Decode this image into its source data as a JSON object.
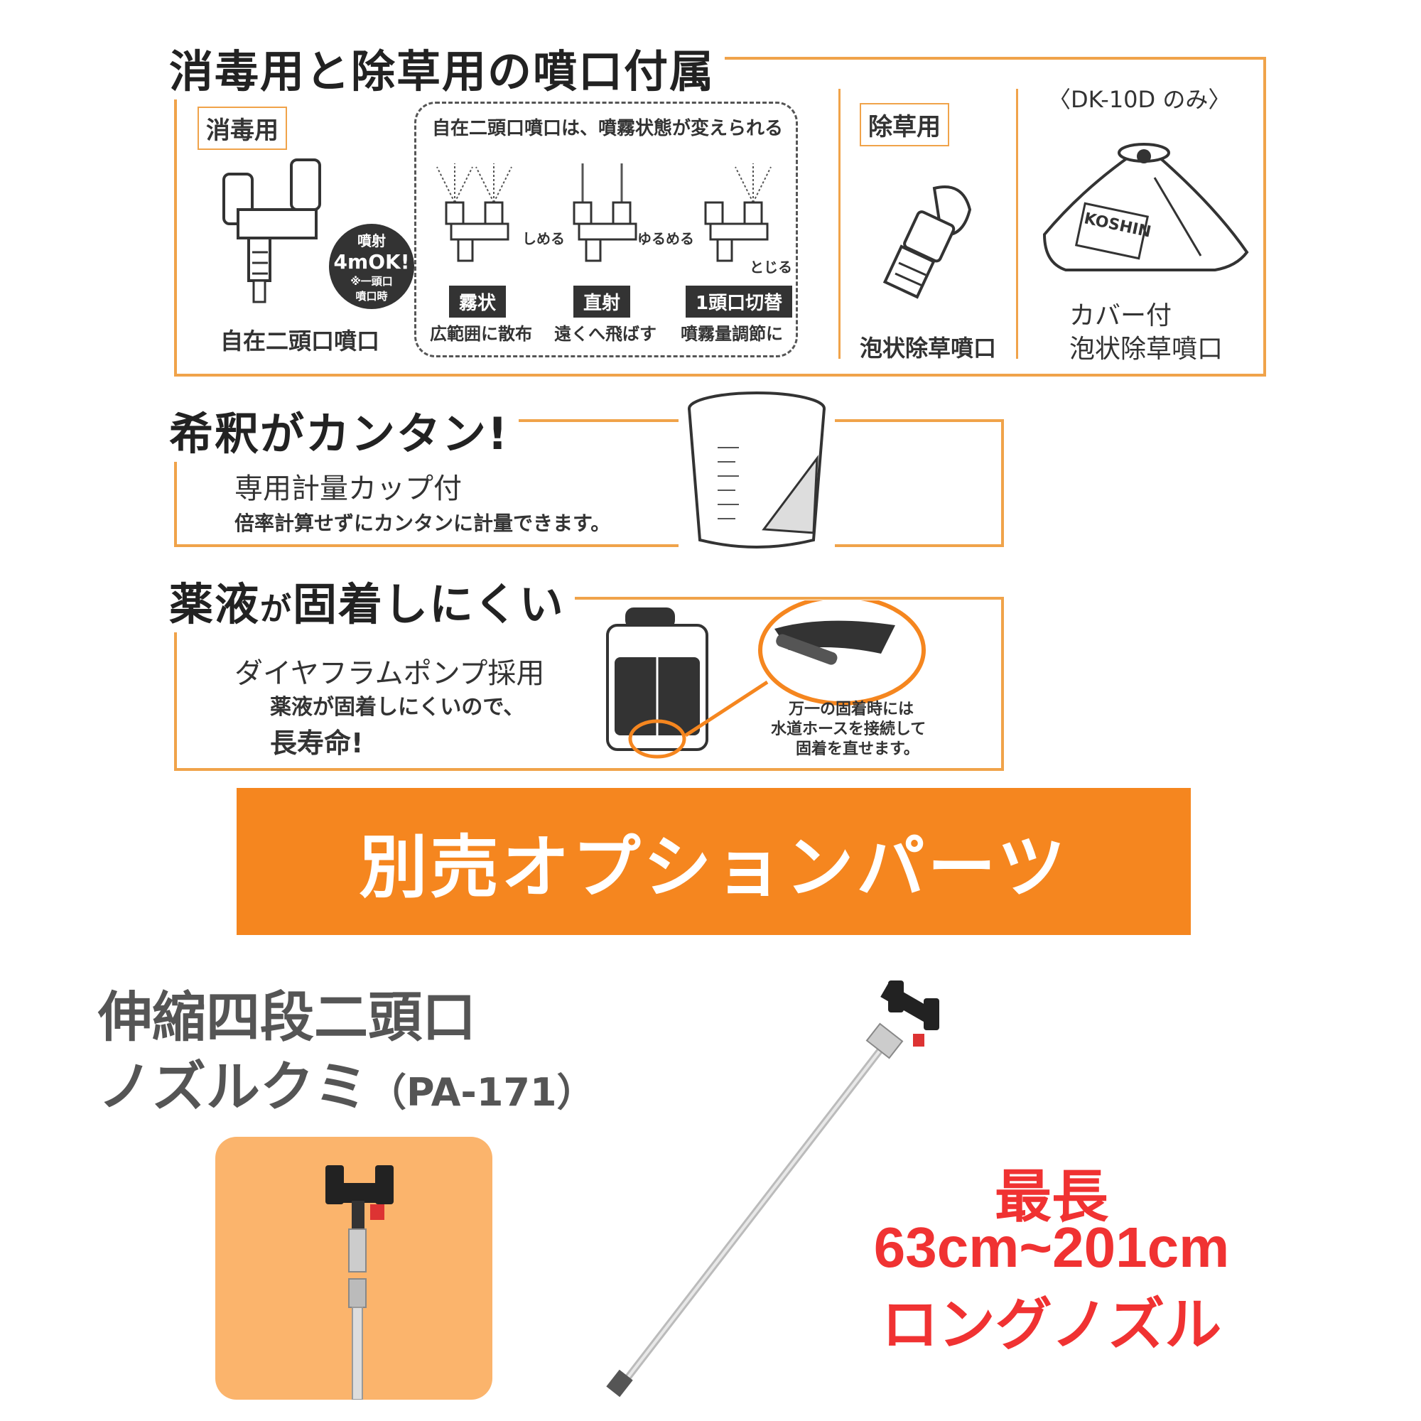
{
  "section1": {
    "title": "消毒用と除草用の噴口付属",
    "tag_disinfect": "消毒用",
    "dashed_header": "自在二頭口噴口は、噴霧状態が変えられる",
    "badge_line1": "噴射",
    "badge_line2": "4mOK!",
    "badge_line3": "※一頭口",
    "badge_line4": "噴口時",
    "nozzle_caption": "自在二頭口噴口",
    "op_close": "しめる",
    "op_loosen": "ゆるめる",
    "op_shut": "とじる",
    "modes": [
      {
        "label": "霧状",
        "desc": "広範囲に散布"
      },
      {
        "label": "直射",
        "desc": "遠くへ飛ばす"
      },
      {
        "label": "1頭口切替",
        "desc": "噴霧量調節に"
      }
    ],
    "tag_weed": "除草用",
    "weed_caption": "泡状除草噴口",
    "dk_note": "〈DK-10D のみ〉",
    "cover_logo": "KOSHIN",
    "cover_caption_1": "カバー付",
    "cover_caption_2": "泡状除草噴口"
  },
  "section2": {
    "title": "希釈がカンタン!",
    "line1": "専用計量カップ付",
    "line2": "倍率計算せずにカンタンに計量できます。"
  },
  "section3": {
    "title_a": "薬液",
    "title_b": "が",
    "title_c": "固着しにくい",
    "line1": "ダイヤフラムポンプ採用",
    "line2": "薬液が固着しにくいので、",
    "line3": "長寿命!",
    "note1": "万一の固着時には",
    "note2": "水道ホースを接続して",
    "note3": "固着を直せます。"
  },
  "banner": {
    "label": "別売オプションパーツ"
  },
  "option": {
    "name_line1": "伸縮四段二頭口",
    "name_line2": "ノズルクミ",
    "model": "（PA-171）",
    "spec_line1": "最長",
    "spec_line2": "63cm~201cm",
    "spec_line3": "ロングノズル"
  },
  "colors": {
    "accent": "#f0a34a",
    "banner": "#f5861f",
    "thumb_bg": "#fbb46c",
    "spec_red": "#f03232"
  }
}
